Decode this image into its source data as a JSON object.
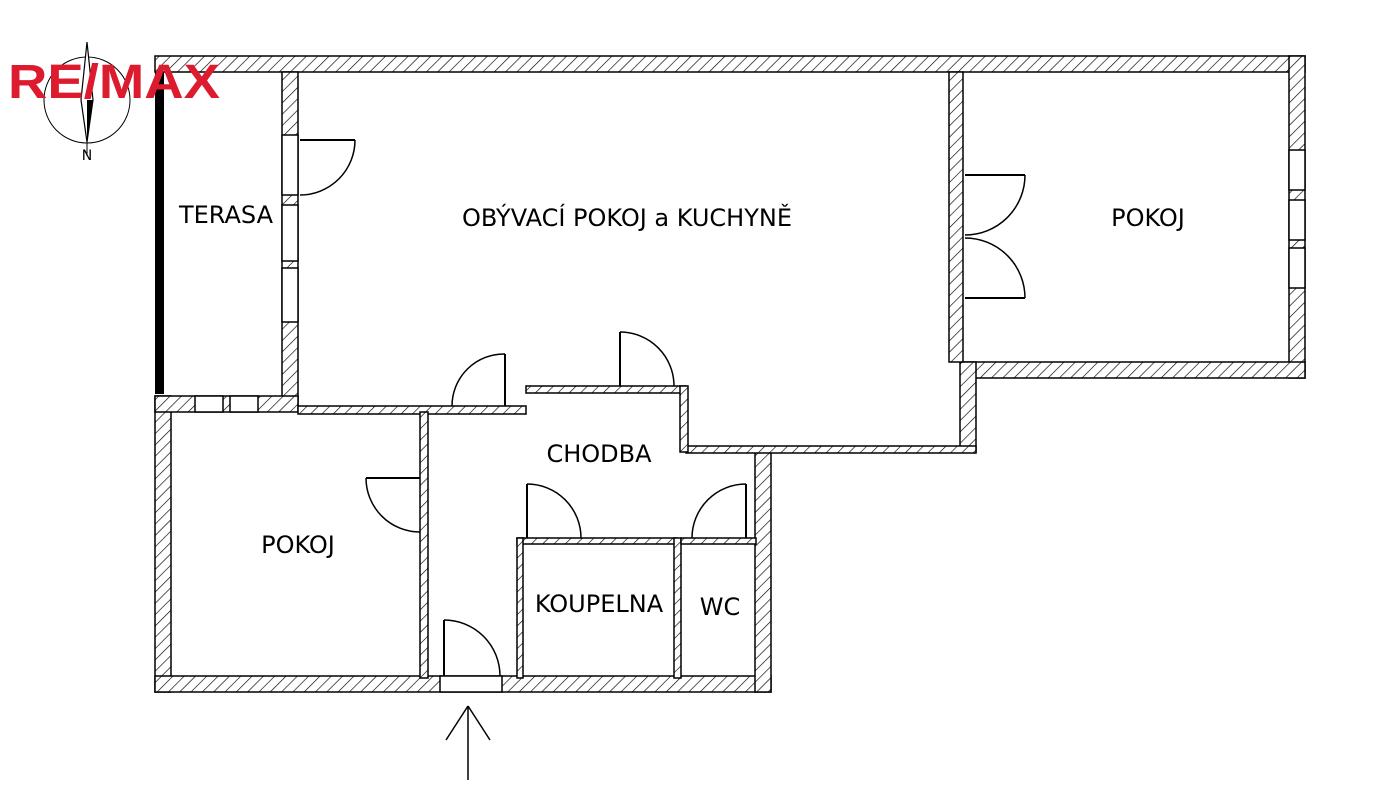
{
  "logo": {
    "text": "RE/MAX",
    "color": "#dc1c2e",
    "balloon_color": "#1d4f9b"
  },
  "compass": {
    "north_label": "N",
    "icon": "compass-icon"
  },
  "rooms": {
    "terasa": "TERASA",
    "living": "OBÝVACÍ POKOJ a KUCHYNĚ",
    "room_east": "POKOJ",
    "hallway": "CHODBA",
    "room_west": "POKOJ",
    "bathroom": "KOUPELNA",
    "wc": "WC"
  },
  "entrance": {
    "icon": "entrance-arrow-icon"
  },
  "colors": {
    "wall": "#000000",
    "background": "#ffffff"
  }
}
